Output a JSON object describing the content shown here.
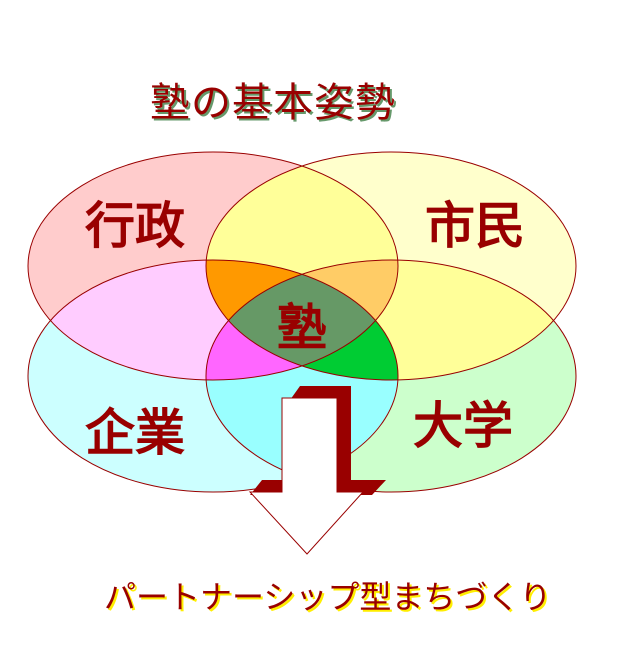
{
  "title": "塾の基本姿勢",
  "sets": {
    "top_left": "行政",
    "top_right": "市民",
    "bottom_left": "企業",
    "bottom_right": "大学",
    "center": "塾"
  },
  "result": "パートナーシップ型まちづくり",
  "colors": {
    "text": "#990000",
    "gyosei": "#ffcccc",
    "shimin": "#ffffcc",
    "kigyo": "#ccffff",
    "daigaku": "#ccffcc",
    "center": "#669966"
  }
}
